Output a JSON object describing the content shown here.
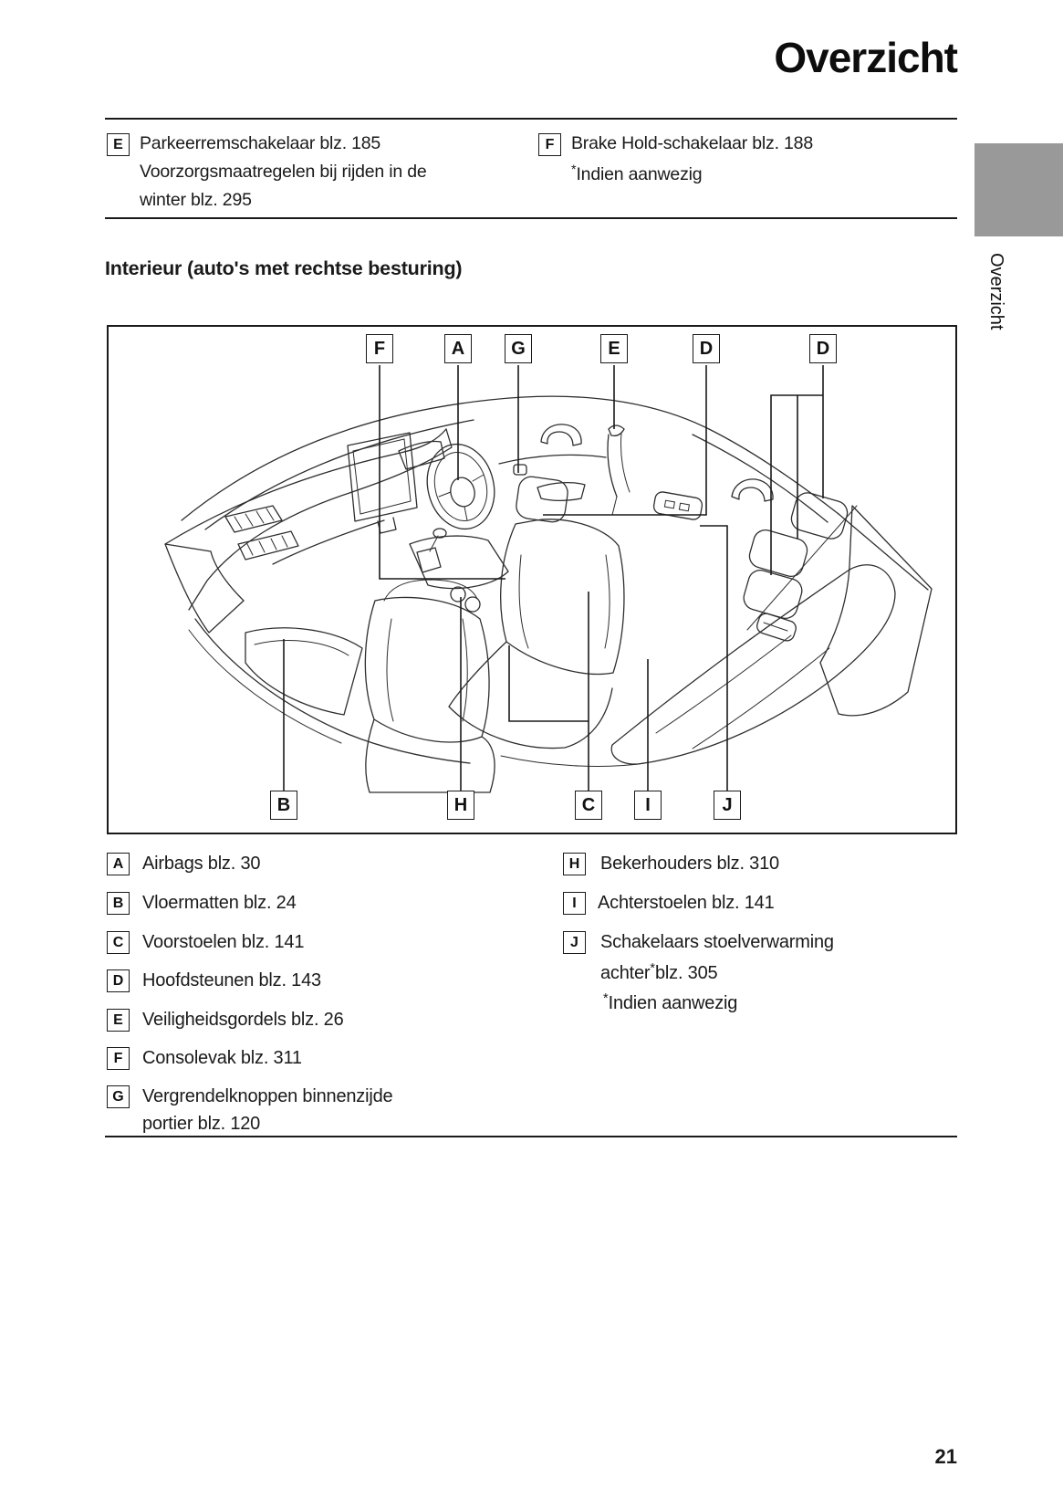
{
  "header": {
    "title": "Overzicht"
  },
  "side_tab": {
    "label": "Overzicht",
    "color": "#999999"
  },
  "top_list": {
    "e": {
      "letter": "E",
      "line1": "Parkeerremschakelaar blz. 185",
      "line2": "Voorzorgsmaatregelen bij rijden in de",
      "line3": "winter blz. 295"
    },
    "f": {
      "letter": "F",
      "line1": "Brake Hold-schakelaar blz. 188",
      "note_star": "*",
      "note": "Indien aanwezig"
    }
  },
  "section": {
    "heading": "Interieur (auto's met rechtse besturing)"
  },
  "diagram": {
    "top_labels": [
      {
        "letter": "F"
      },
      {
        "letter": "A"
      },
      {
        "letter": "G"
      },
      {
        "letter": "E"
      },
      {
        "letter": "D"
      },
      {
        "letter": "D"
      }
    ],
    "bottom_labels": [
      {
        "letter": "B"
      },
      {
        "letter": "H"
      },
      {
        "letter": "C"
      },
      {
        "letter": "I"
      },
      {
        "letter": "J"
      }
    ]
  },
  "legend": {
    "left": [
      {
        "letter": "A",
        "text": "Airbags blz. 30"
      },
      {
        "letter": "B",
        "text": "Vloermatten blz. 24"
      },
      {
        "letter": "C",
        "text": "Voorstoelen blz. 141"
      },
      {
        "letter": "D",
        "text": "Hoofdsteunen blz. 143"
      },
      {
        "letter": "E",
        "text": "Veiligheidsgordels blz. 26"
      },
      {
        "letter": "F",
        "text": "Consolevak blz. 311"
      },
      {
        "letter": "G",
        "text": "Vergrendelknoppen binnenzijde",
        "text2": "portier blz. 120"
      }
    ],
    "right": [
      {
        "letter": "H",
        "text": "Bekerhouders blz. 310"
      },
      {
        "letter": "I",
        "text": "Achterstoelen blz. 141"
      },
      {
        "letter": "J",
        "line1": "Schakelaars stoelverwarming",
        "line2_pre": "achter",
        "line2_star": "*",
        "line2_post": "blz. 305",
        "line3_star": "*",
        "line3": "Indien aanwezig"
      }
    ]
  },
  "footer": {
    "page_number": "21"
  }
}
